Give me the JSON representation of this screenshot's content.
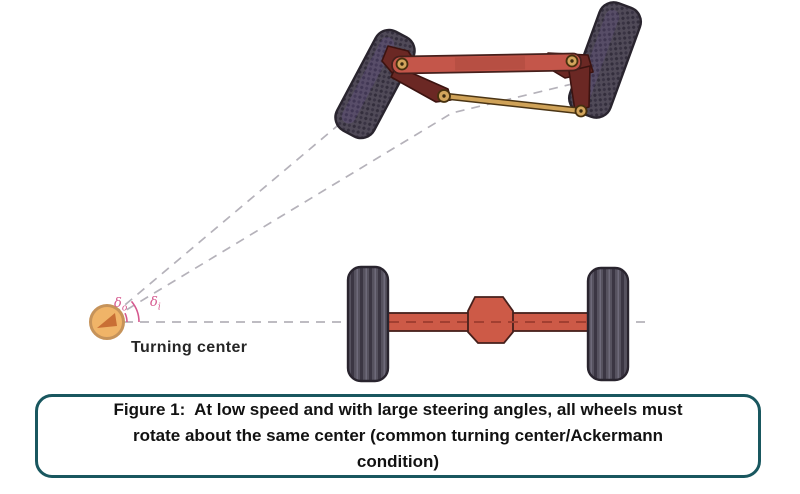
{
  "figure": {
    "type": "ackermann-steering-geometry-diagram",
    "turning_center": {
      "label": "Turning center"
    },
    "angle_labels": [
      {
        "base": "δ",
        "sub": "o"
      },
      {
        "base": "δ",
        "sub": "i"
      }
    ],
    "caption": {
      "lines": [
        "Figure 1:  At low speed and with large steering angles, all wheels must",
        "rotate about the same center (common turning center/Ackermann",
        "condition)"
      ]
    },
    "colors": {
      "tire_gray": "#504a58",
      "tire_tread_dark": "#332e3c",
      "tire_outline": "#29242e",
      "tire_purple_sheen": "#7a5cae",
      "axle_red": "#c4564a",
      "axle_outline": "#46201c",
      "knuckle_maroon": "#6b2824",
      "tie_rod_gold": "#cfa258",
      "pivot_gold": "#d2a55c",
      "turning_center_fill": "#f0b468",
      "turning_center_ring": "#c6935a",
      "turning_arrow_orange": "#c96f35",
      "guide_dash_gray": "#b5b2ba",
      "rear_axle_dash_red": "#a23f31",
      "angle_pink": "#d5588e",
      "caption_border_teal": "#19575f",
      "caption_text": "#121212"
    }
  }
}
